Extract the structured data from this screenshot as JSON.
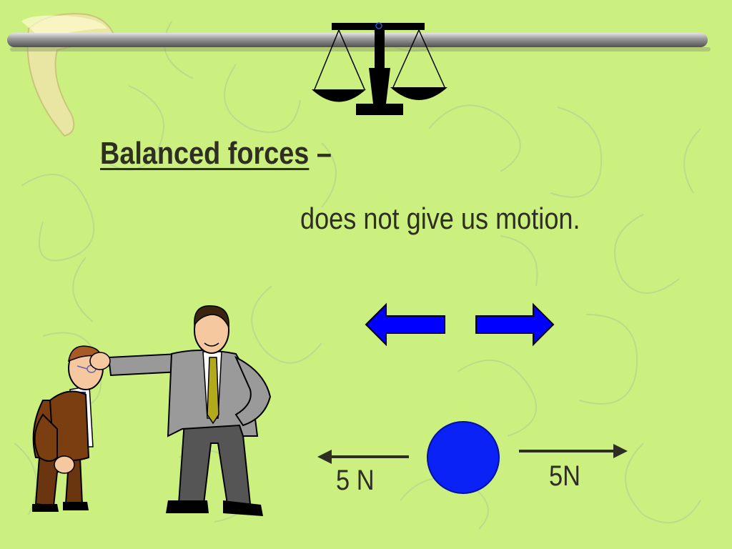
{
  "slide": {
    "title": "Balanced forces",
    "title_dash": "–",
    "subtitle": "does not give us motion.",
    "left_force_label": "5 N",
    "right_force_label": "5N"
  },
  "colors": {
    "background": "#ccf07f",
    "arrow_blue": "#0000ff",
    "ball_blue": "#0a22f5",
    "text": "#2e2e22"
  },
  "icons": [
    "balance-scale-icon",
    "boomerang-icon",
    "left-arrow-icon",
    "right-arrow-icon",
    "ball-icon"
  ]
}
